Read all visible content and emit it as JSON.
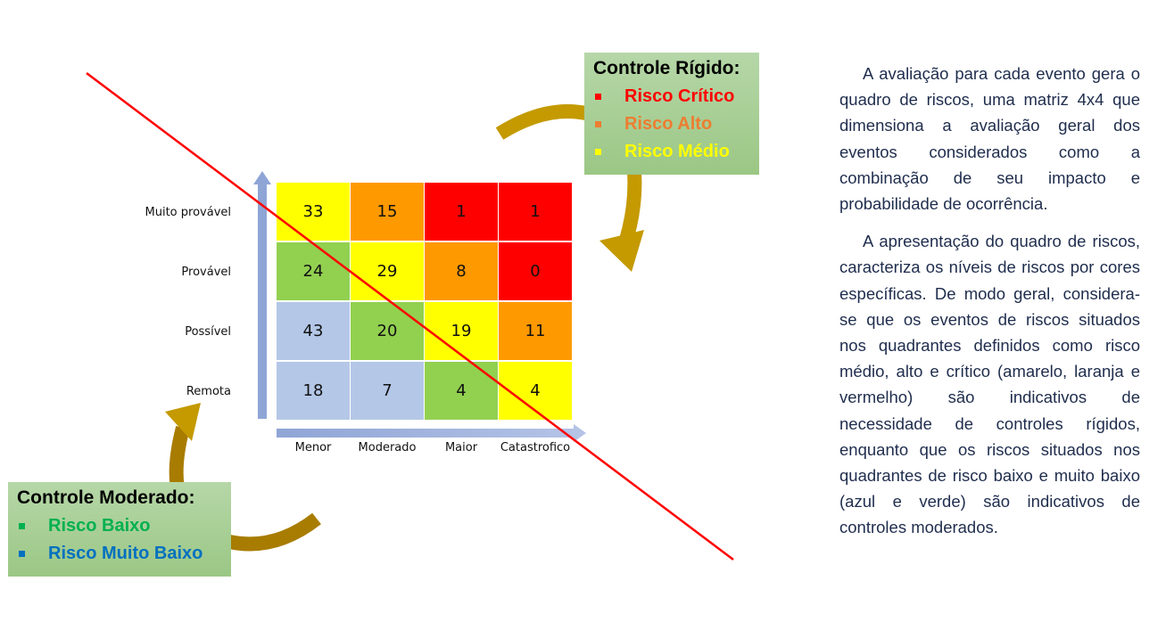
{
  "matrix": {
    "rows": [
      "Muito provável",
      "Provável",
      "Possível",
      "Remota"
    ],
    "cols": [
      "Menor",
      "Moderado",
      "Maior",
      "Catastrofico"
    ],
    "values": [
      [
        "33",
        "15",
        "1",
        "1"
      ],
      [
        "24",
        "29",
        "8",
        "0"
      ],
      [
        "43",
        "20",
        "19",
        "11"
      ],
      [
        "18",
        "7",
        "4",
        "4"
      ]
    ],
    "levels": [
      [
        "medio",
        "alto",
        "critico",
        "critico"
      ],
      [
        "baixo",
        "medio",
        "alto",
        "critico"
      ],
      [
        "muito_baixo",
        "baixo",
        "medio",
        "alto"
      ],
      [
        "muito_baixo",
        "muito_baixo",
        "baixo",
        "medio"
      ]
    ]
  },
  "colors": {
    "critico": "#ff0000",
    "alto": "#ff9900",
    "medio": "#ffff00",
    "baixo": "#92d050",
    "muito_baixo": "#b4c7e7"
  },
  "rigido": {
    "title": "Controle Rígido:",
    "items": [
      "Risco Crítico",
      "Risco Alto",
      "Risco Médio"
    ]
  },
  "moderado": {
    "title": "Controle Moderado:",
    "items": [
      "Risco Baixo",
      "Risco Muito Baixo"
    ]
  },
  "text": {
    "p1": "A avaliação para cada evento gera o quadro de riscos, uma matriz 4x4 que dimensiona a avaliação geral dos eventos considerados como a combinação de seu impacto e probabilidade de ocorrência.",
    "p2": "A apresentação do quadro de riscos, caracteriza os níveis de riscos por cores específicas. De modo geral, considera-se que os eventos de riscos situados nos quadrantes definidos como risco médio, alto e crítico (amarelo, laranja e vermelho) são indicativos de necessidade de controles rígidos, enquanto que os riscos situados nos quadrantes de risco baixo e muito baixo (azul e verde) são indicativos de controles moderados."
  }
}
